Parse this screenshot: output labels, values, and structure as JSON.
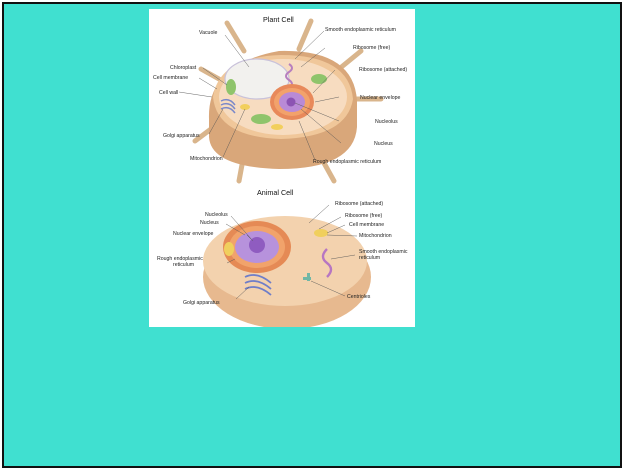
{
  "colors": {
    "slide_background": "#40e0d0",
    "slide_border": "#111111",
    "figure_background": "#ffffff"
  },
  "plant": {
    "title": "Plant Cell",
    "labels": {
      "vacuole": "Vacuole",
      "smooth_er": "Smooth endoplasmic reticulum",
      "ribosome_free": "Ribosome (free)",
      "chloroplast": "Chloroplast",
      "cell_membrane": "Cell membrane",
      "ribosome_attached": "Ribosome (attached)",
      "cell_wall": "Cell wall",
      "nuclear_envelope": "Nuclear envelope",
      "nucleolus": "Nucleolus",
      "golgi": "Golgi apparatus",
      "nucleus": "Nucleus",
      "mitochondrion": "Mitochondrion",
      "rough_er": "Rough endoplasmic reticulum"
    }
  },
  "animal": {
    "title": "Animal Cell",
    "labels": {
      "ribosome_attached": "Ribosome (attached)",
      "nucleolus": "Nucleolus",
      "ribosome_free": "Ribosome (free)",
      "nucleus": "Nucleus",
      "cell_membrane": "Cell membrane",
      "nuclear_envelope": "Nuclear envelope",
      "mitochondrion": "Mitochondrion",
      "smooth_er_line1": "Smooth endoplasmic",
      "smooth_er_line2": "reticulum",
      "rough_er_line1": "Rough endoplasmic",
      "rough_er_line2": "reticulum",
      "centrioles": "Centrioles",
      "golgi": "Golgi apparatus"
    }
  }
}
